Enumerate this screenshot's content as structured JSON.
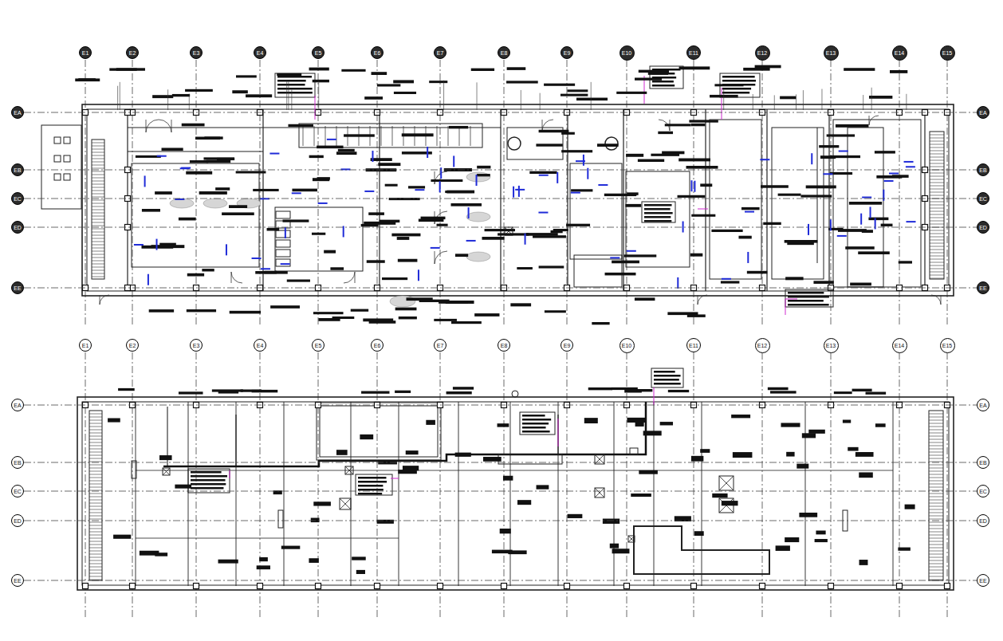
{
  "diagram": {
    "nodes": [
      {
        "text": [
          "E1"
        ]
      },
      {
        "text": [
          "E2"
        ]
      },
      {
        "text": [
          "E3"
        ]
      },
      {
        "text": [
          "E4"
        ]
      },
      {
        "text": [
          "E5"
        ]
      },
      {
        "text": [
          "E6"
        ]
      },
      {
        "text": [
          "E7"
        ]
      },
      {
        "text": [
          "E8"
        ]
      },
      {
        "text": [
          "E9"
        ]
      },
      {
        "text": [
          "E10"
        ]
      },
      {
        "text": [
          "E11"
        ]
      },
      {
        "text": [
          "E12"
        ]
      },
      {
        "text": [
          "E13"
        ]
      },
      {
        "text": [
          "E14"
        ]
      },
      {
        "text": [
          "E15"
        ]
      },
      {
        "text": [
          "EA"
        ]
      },
      {
        "text": [
          "EA"
        ]
      },
      {
        "text": [
          "EB"
        ]
      },
      {
        "text": [
          "EB"
        ]
      },
      {
        "text": [
          "EC"
        ]
      },
      {
        "text": [
          "EC"
        ]
      },
      {
        "text": [
          "ED"
        ]
      },
      {
        "text": [
          "ED"
        ]
      },
      {
        "text": [
          "EE"
        ]
      },
      {
        "text": [
          "EE"
        ]
      },
      {
        "text": [
          "E1"
        ]
      },
      {
        "text": [
          "E2"
        ]
      },
      {
        "text": [
          "E3"
        ]
      },
      {
        "text": [
          "E4"
        ]
      },
      {
        "text": [
          "E5"
        ]
      },
      {
        "text": [
          "E6"
        ]
      },
      {
        "text": [
          "E7"
        ]
      },
      {
        "text": [
          "E8"
        ]
      },
      {
        "text": [
          "E9"
        ]
      },
      {
        "text": [
          "E10"
        ]
      },
      {
        "text": [
          "E11"
        ]
      },
      {
        "text": [
          "E12"
        ]
      },
      {
        "text": [
          "E13"
        ]
      },
      {
        "text": [
          "E14"
        ]
      },
      {
        "text": [
          "E15"
        ]
      },
      {
        "text": [
          "EA"
        ]
      },
      {
        "text": [
          "EA"
        ]
      },
      {
        "text": [
          "EB"
        ]
      },
      {
        "text": [
          "EB"
        ]
      },
      {
        "text": [
          "EC"
        ]
      },
      {
        "text": [
          "EC"
        ]
      },
      {
        "text": [
          "ED"
        ]
      },
      {
        "text": [
          "ED"
        ]
      },
      {
        "text": [
          "EE"
        ]
      },
      {
        "text": [
          "EE"
        ]
      }
    ],
    "edges": [
      {
        "from": 15,
        "to": 16,
        "arrow": "none"
      },
      {
        "from": 17,
        "to": 18,
        "arrow": "none"
      },
      {
        "from": 19,
        "to": 20,
        "arrow": "none"
      },
      {
        "from": 21,
        "to": 22,
        "arrow": "none"
      },
      {
        "from": 23,
        "to": 24,
        "arrow": "none"
      },
      {
        "from": 40,
        "to": 41,
        "arrow": "none"
      },
      {
        "from": 42,
        "to": 43,
        "arrow": "none"
      },
      {
        "from": 44,
        "to": 45,
        "arrow": "none"
      },
      {
        "from": 46,
        "to": 47,
        "arrow": "none"
      },
      {
        "from": 48,
        "to": 49,
        "arrow": "none"
      }
    ]
  }
}
